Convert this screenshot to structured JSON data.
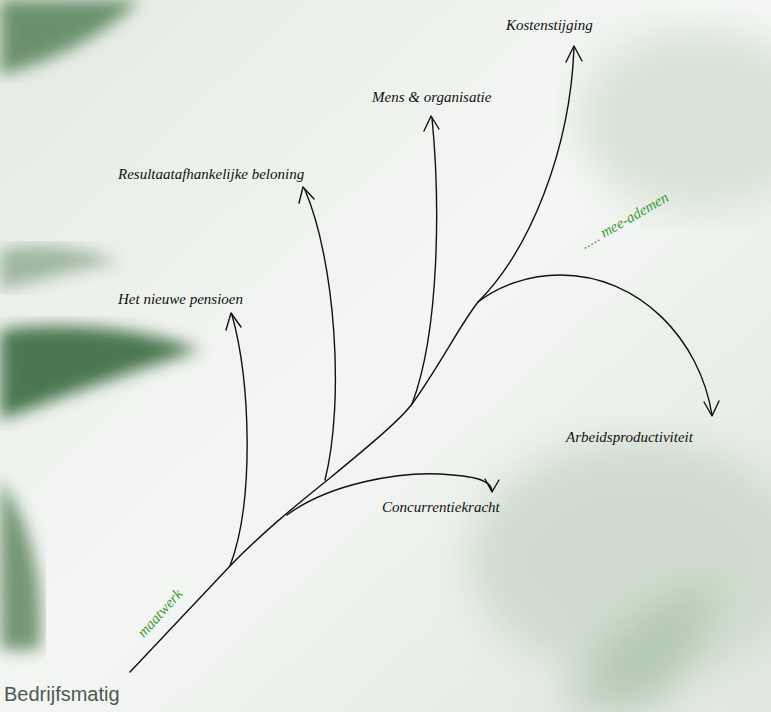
{
  "diagram": {
    "title": "Bedrijfsmatig",
    "labels": [
      "Kostenstijging",
      "Mens & organisatie",
      "Resultaatafhankelijke beloning",
      "..... mee-ademen",
      "Het nieuwe pensioen",
      "Arbeidsproductiviteit",
      "Concurrentiekracht",
      "maatwerk"
    ]
  }
}
